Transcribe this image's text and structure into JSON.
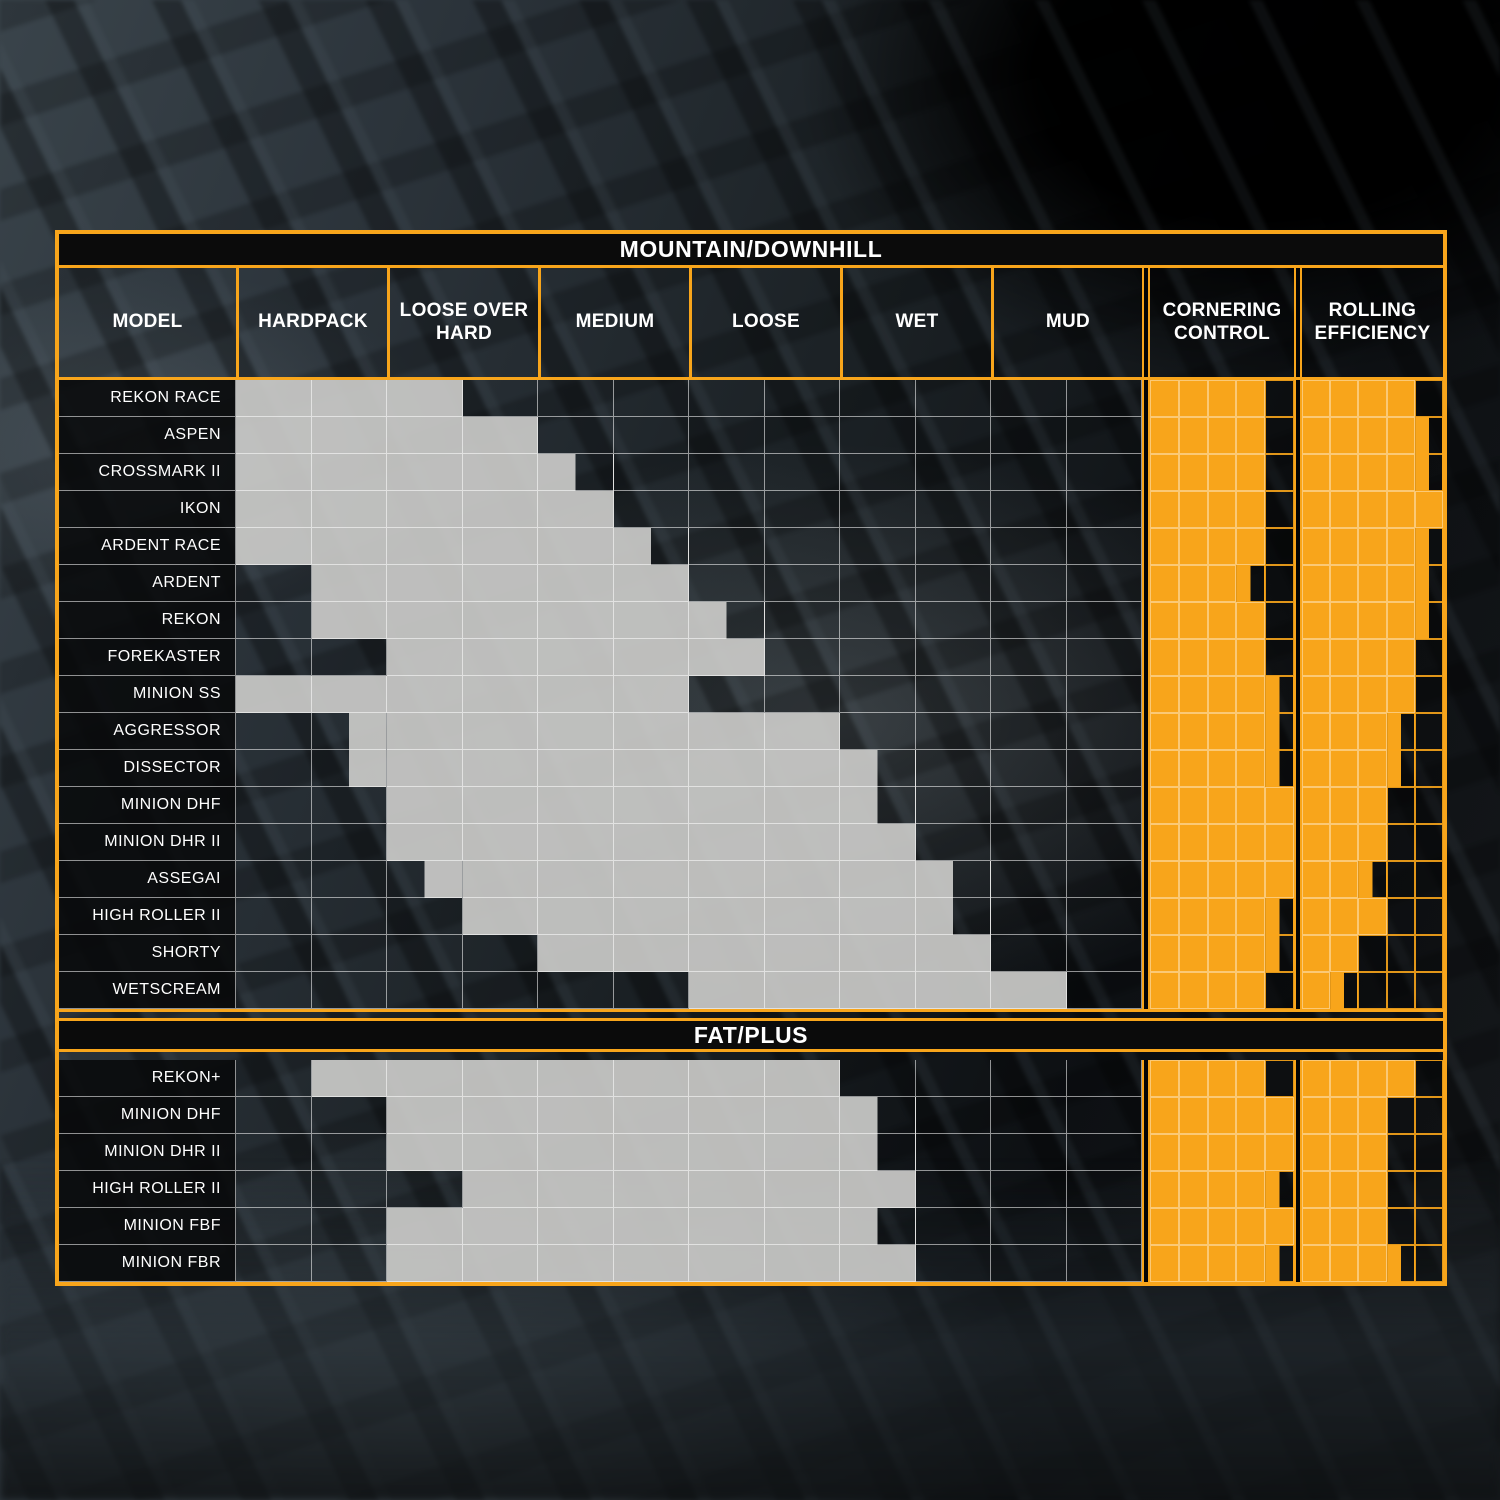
{
  "columns": [
    "MODEL",
    "HARDPACK",
    "LOOSE OVER HARD",
    "MEDIUM",
    "LOOSE",
    "WET",
    "MUD",
    "CORNERING CONTROL",
    "ROLLING EFFICIENCY"
  ],
  "colors": {
    "accent_orange": "#F8A51B",
    "bar_grey": "#CBCBC9",
    "band_black": "#0B0B0B",
    "text_white": "#FFFFFF"
  },
  "chart_data": {
    "type": "table",
    "terrain_columns": [
      "HARDPACK",
      "LOOSE OVER HARD",
      "MEDIUM",
      "LOOSE",
      "WET",
      "MUD"
    ],
    "terrain_unit": "half-column steps, scale 0-12 across the six terrain columns",
    "rating_max": 5,
    "rating_columns": [
      "CORNERING CONTROL",
      "ROLLING EFFICIENCY"
    ],
    "sections": [
      {
        "name": "MOUNTAIN/DOWNHILL",
        "rows": [
          {
            "model": "REKON RACE",
            "terrain": [
              0,
              3
            ],
            "cc": 4,
            "re": 4
          },
          {
            "model": "ASPEN",
            "terrain": [
              0,
              4
            ],
            "cc": 4,
            "re": 4.5
          },
          {
            "model": "CROSSMARK II",
            "terrain": [
              0,
              4.5
            ],
            "cc": 4,
            "re": 4.5
          },
          {
            "model": "IKON",
            "terrain": [
              0,
              5
            ],
            "cc": 4,
            "re": 5
          },
          {
            "model": "ARDENT RACE",
            "terrain": [
              0,
              5.5
            ],
            "cc": 4,
            "re": 4.5
          },
          {
            "model": "ARDENT",
            "terrain": [
              1,
              6
            ],
            "cc": 3.5,
            "re": 4.5
          },
          {
            "model": "REKON",
            "terrain": [
              1,
              6.5
            ],
            "cc": 4,
            "re": 4.5
          },
          {
            "model": "FOREKASTER",
            "terrain": [
              2,
              7
            ],
            "cc": 4,
            "re": 4
          },
          {
            "model": "MINION SS",
            "terrain": [
              0,
              6
            ],
            "cc": 4.5,
            "re": 4
          },
          {
            "model": "AGGRESSOR",
            "terrain": [
              1.5,
              8
            ],
            "cc": 4.5,
            "re": 3.5
          },
          {
            "model": "DISSECTOR",
            "terrain": [
              1.5,
              8.5
            ],
            "cc": 4.5,
            "re": 3.5
          },
          {
            "model": "MINION DHF",
            "terrain": [
              2,
              8.5
            ],
            "cc": 5,
            "re": 3
          },
          {
            "model": "MINION DHR II",
            "terrain": [
              2,
              9
            ],
            "cc": 5,
            "re": 3
          },
          {
            "model": "ASSEGAI",
            "terrain": [
              2.5,
              9.5
            ],
            "cc": 5,
            "re": 2.5
          },
          {
            "model": "HIGH ROLLER II",
            "terrain": [
              3,
              9.5
            ],
            "cc": 4.5,
            "re": 3
          },
          {
            "model": "SHORTY",
            "terrain": [
              4,
              10
            ],
            "cc": 4.5,
            "re": 2
          },
          {
            "model": "WETSCREAM",
            "terrain": [
              6,
              11
            ],
            "cc": 4,
            "re": 1.5
          }
        ]
      },
      {
        "name": "FAT/PLUS",
        "rows": [
          {
            "model": "REKON+",
            "terrain": [
              1,
              8
            ],
            "cc": 4,
            "re": 4
          },
          {
            "model": "MINION DHF",
            "terrain": [
              2,
              8.5
            ],
            "cc": 5,
            "re": 3
          },
          {
            "model": "MINION DHR II",
            "terrain": [
              2,
              8.5
            ],
            "cc": 5,
            "re": 3
          },
          {
            "model": "HIGH ROLLER II",
            "terrain": [
              3,
              9
            ],
            "cc": 4.5,
            "re": 3
          },
          {
            "model": "MINION FBF",
            "terrain": [
              2,
              8.5
            ],
            "cc": 5,
            "re": 3
          },
          {
            "model": "MINION FBR",
            "terrain": [
              2,
              9
            ],
            "cc": 4.5,
            "re": 3.5
          }
        ]
      }
    ]
  }
}
